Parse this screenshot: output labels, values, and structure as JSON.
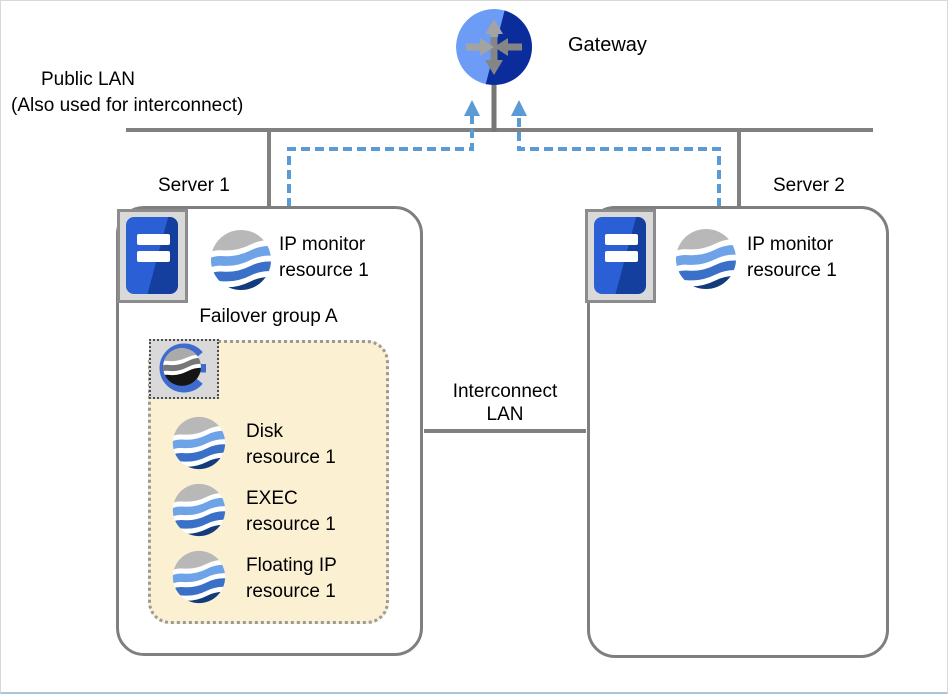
{
  "public_lan": {
    "line1": "Public LAN",
    "line2": "(Also used for interconnect)"
  },
  "gateway": {
    "label": "Gateway",
    "icon": "router-icon"
  },
  "interconnect_lan": {
    "line1": "Interconnect",
    "line2": "LAN"
  },
  "server1": {
    "label": "Server 1",
    "icon": "server-tower-icon",
    "monitor": {
      "line1": "IP monitor",
      "line2": "resource 1",
      "icon": "globe-wave-icon"
    },
    "failover_group": {
      "label": "Failover group A",
      "icon": "cluster-group-g-icon",
      "resources": [
        {
          "line1": "Disk",
          "line2": "resource 1",
          "icon": "globe-wave-icon"
        },
        {
          "line1": "EXEC",
          "line2": "resource 1",
          "icon": "globe-wave-icon"
        },
        {
          "line1": "Floating IP",
          "line2": "resource 1",
          "icon": "globe-wave-icon"
        }
      ]
    }
  },
  "server2": {
    "label": "Server 2",
    "icon": "server-tower-icon",
    "monitor": {
      "line1": "IP monitor",
      "line2": "resource 1",
      "icon": "globe-wave-icon"
    }
  },
  "colors": {
    "line_gray": "#808080",
    "dashed_blue": "#5b9bd5",
    "failover_fill": "#fbf0d2",
    "icon_square_fill": "#d9d9d9",
    "server_blue_light": "#2b5fd6",
    "server_blue_dark": "#153f9f",
    "gateway_light_blue": "#6c9cf6",
    "gateway_dark_blue": "#0a2d9b",
    "globe_gray": "#b8b8b8",
    "globe_light_blue": "#6fa3e8",
    "globe_mid_blue": "#3b70c8",
    "globe_navy": "#123b7c",
    "g_letter_blue": "#3e6bd0"
  }
}
